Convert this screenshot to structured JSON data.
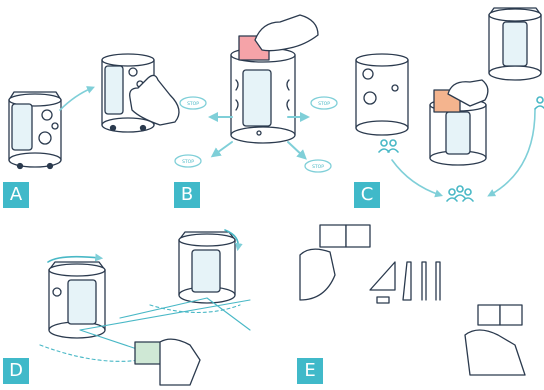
{
  "colors": {
    "line": "#2b3a4e",
    "accent": "#49b8c6",
    "arrow": "#7fcfd8",
    "screen": "#e6f3f8",
    "tile_red": "#f5a3a8",
    "tile_orange": "#f4b48e",
    "tile_green": "#cfe8d5",
    "label_bg": "#40b9c9"
  },
  "panels": [
    {
      "id": "A",
      "label": "A"
    },
    {
      "id": "B",
      "label": "B",
      "stop_labels": [
        "STOP",
        "STOP",
        "STOP",
        "STOP"
      ]
    },
    {
      "id": "C",
      "label": "C",
      "icons": [
        "two-people-icon",
        "single-person-icon",
        "group-icon"
      ]
    },
    {
      "id": "D",
      "label": "D"
    },
    {
      "id": "E",
      "label": "E",
      "tools": [
        "paper-sheet",
        "tape",
        "triangle-ruler",
        "cutter-knife",
        "tweezers",
        "pen"
      ]
    }
  ]
}
